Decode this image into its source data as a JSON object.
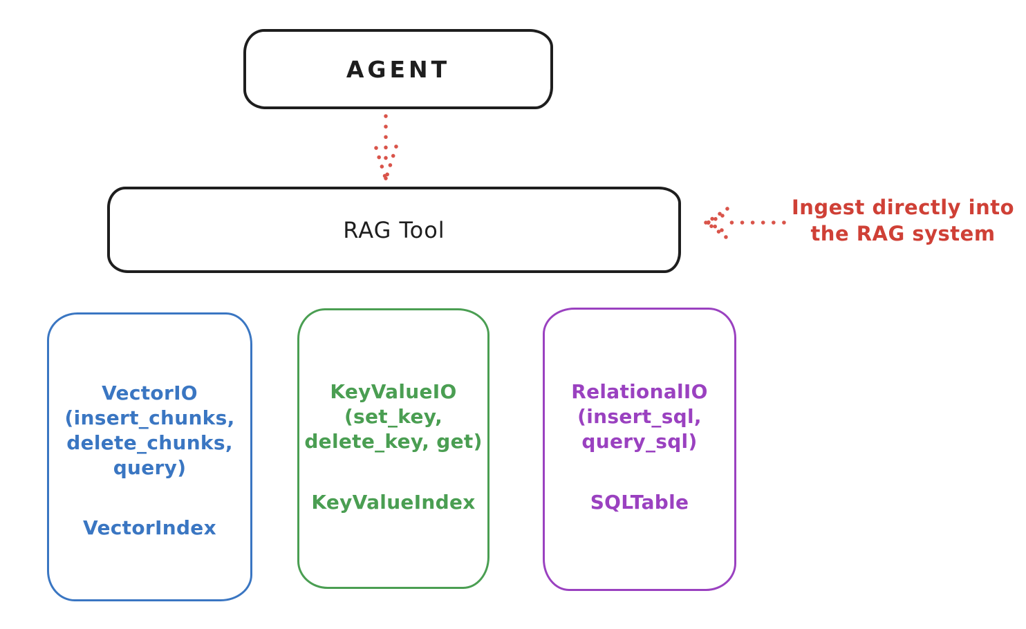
{
  "colors": {
    "stroke_black": "#1e1e1e",
    "accent_red": "#d0473e",
    "accent_blue": "#3a76c2",
    "accent_green": "#4a9e52",
    "accent_purple": "#9a41c0",
    "background": "#ffffff"
  },
  "agent": {
    "label": "AGENT"
  },
  "rag_tool": {
    "label": "RAG Tool"
  },
  "annotation": {
    "line1": "Ingest directly into",
    "line2": "the RAG system",
    "color": "#cf4036"
  },
  "arrows": [
    {
      "name": "agent-to-rag-tool",
      "style": "dotted",
      "direction": "down",
      "color": "#d9544a"
    },
    {
      "name": "annotation-to-rag-tool",
      "style": "dotted",
      "direction": "left",
      "color": "#d9544a"
    }
  ],
  "modules": [
    {
      "name": "VectorIO",
      "color": "#3a76c2",
      "lines": [
        "VectorIO",
        "(insert_chunks,",
        "delete_chunks,",
        "query)"
      ],
      "index_label": "VectorIndex"
    },
    {
      "name": "KeyValueIO",
      "color": "#4a9e52",
      "lines": [
        "KeyValueIO",
        "(set_key,",
        "delete_key, get)"
      ],
      "index_label": "KeyValueIndex"
    },
    {
      "name": "RelationalIO",
      "color": "#9a41c0",
      "lines": [
        "RelationalIO",
        "(insert_sql,",
        "query_sql)"
      ],
      "index_label": "SQLTable"
    }
  ]
}
